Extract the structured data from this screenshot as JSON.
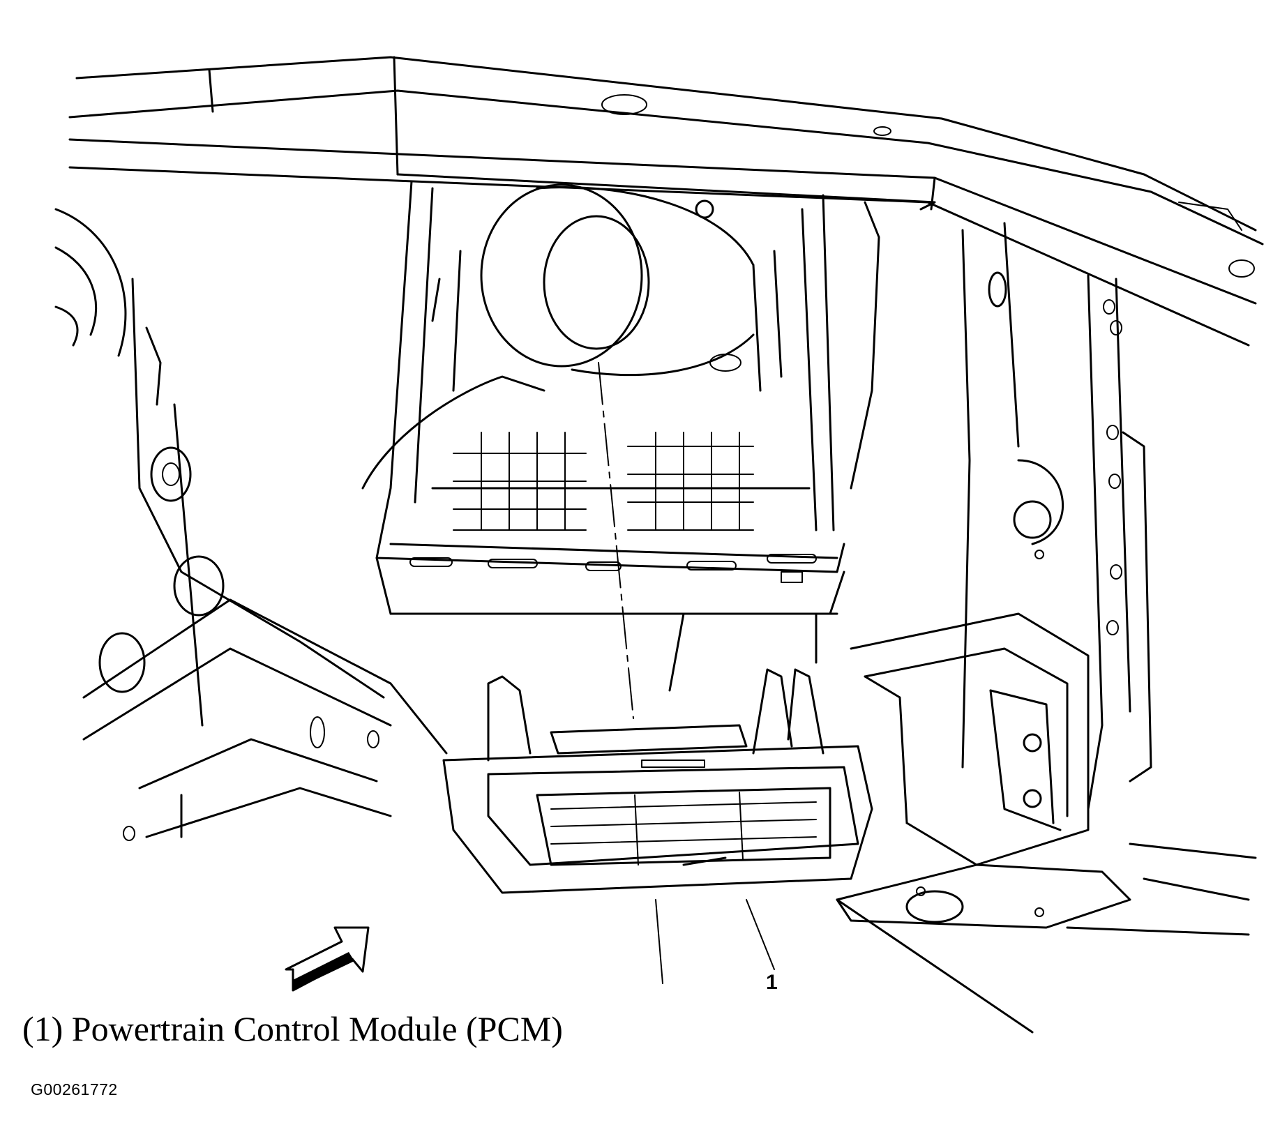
{
  "figure": {
    "callout_number": "1",
    "caption": "(1) Powertrain Control Module (PCM)",
    "figure_id": "G00261772"
  }
}
